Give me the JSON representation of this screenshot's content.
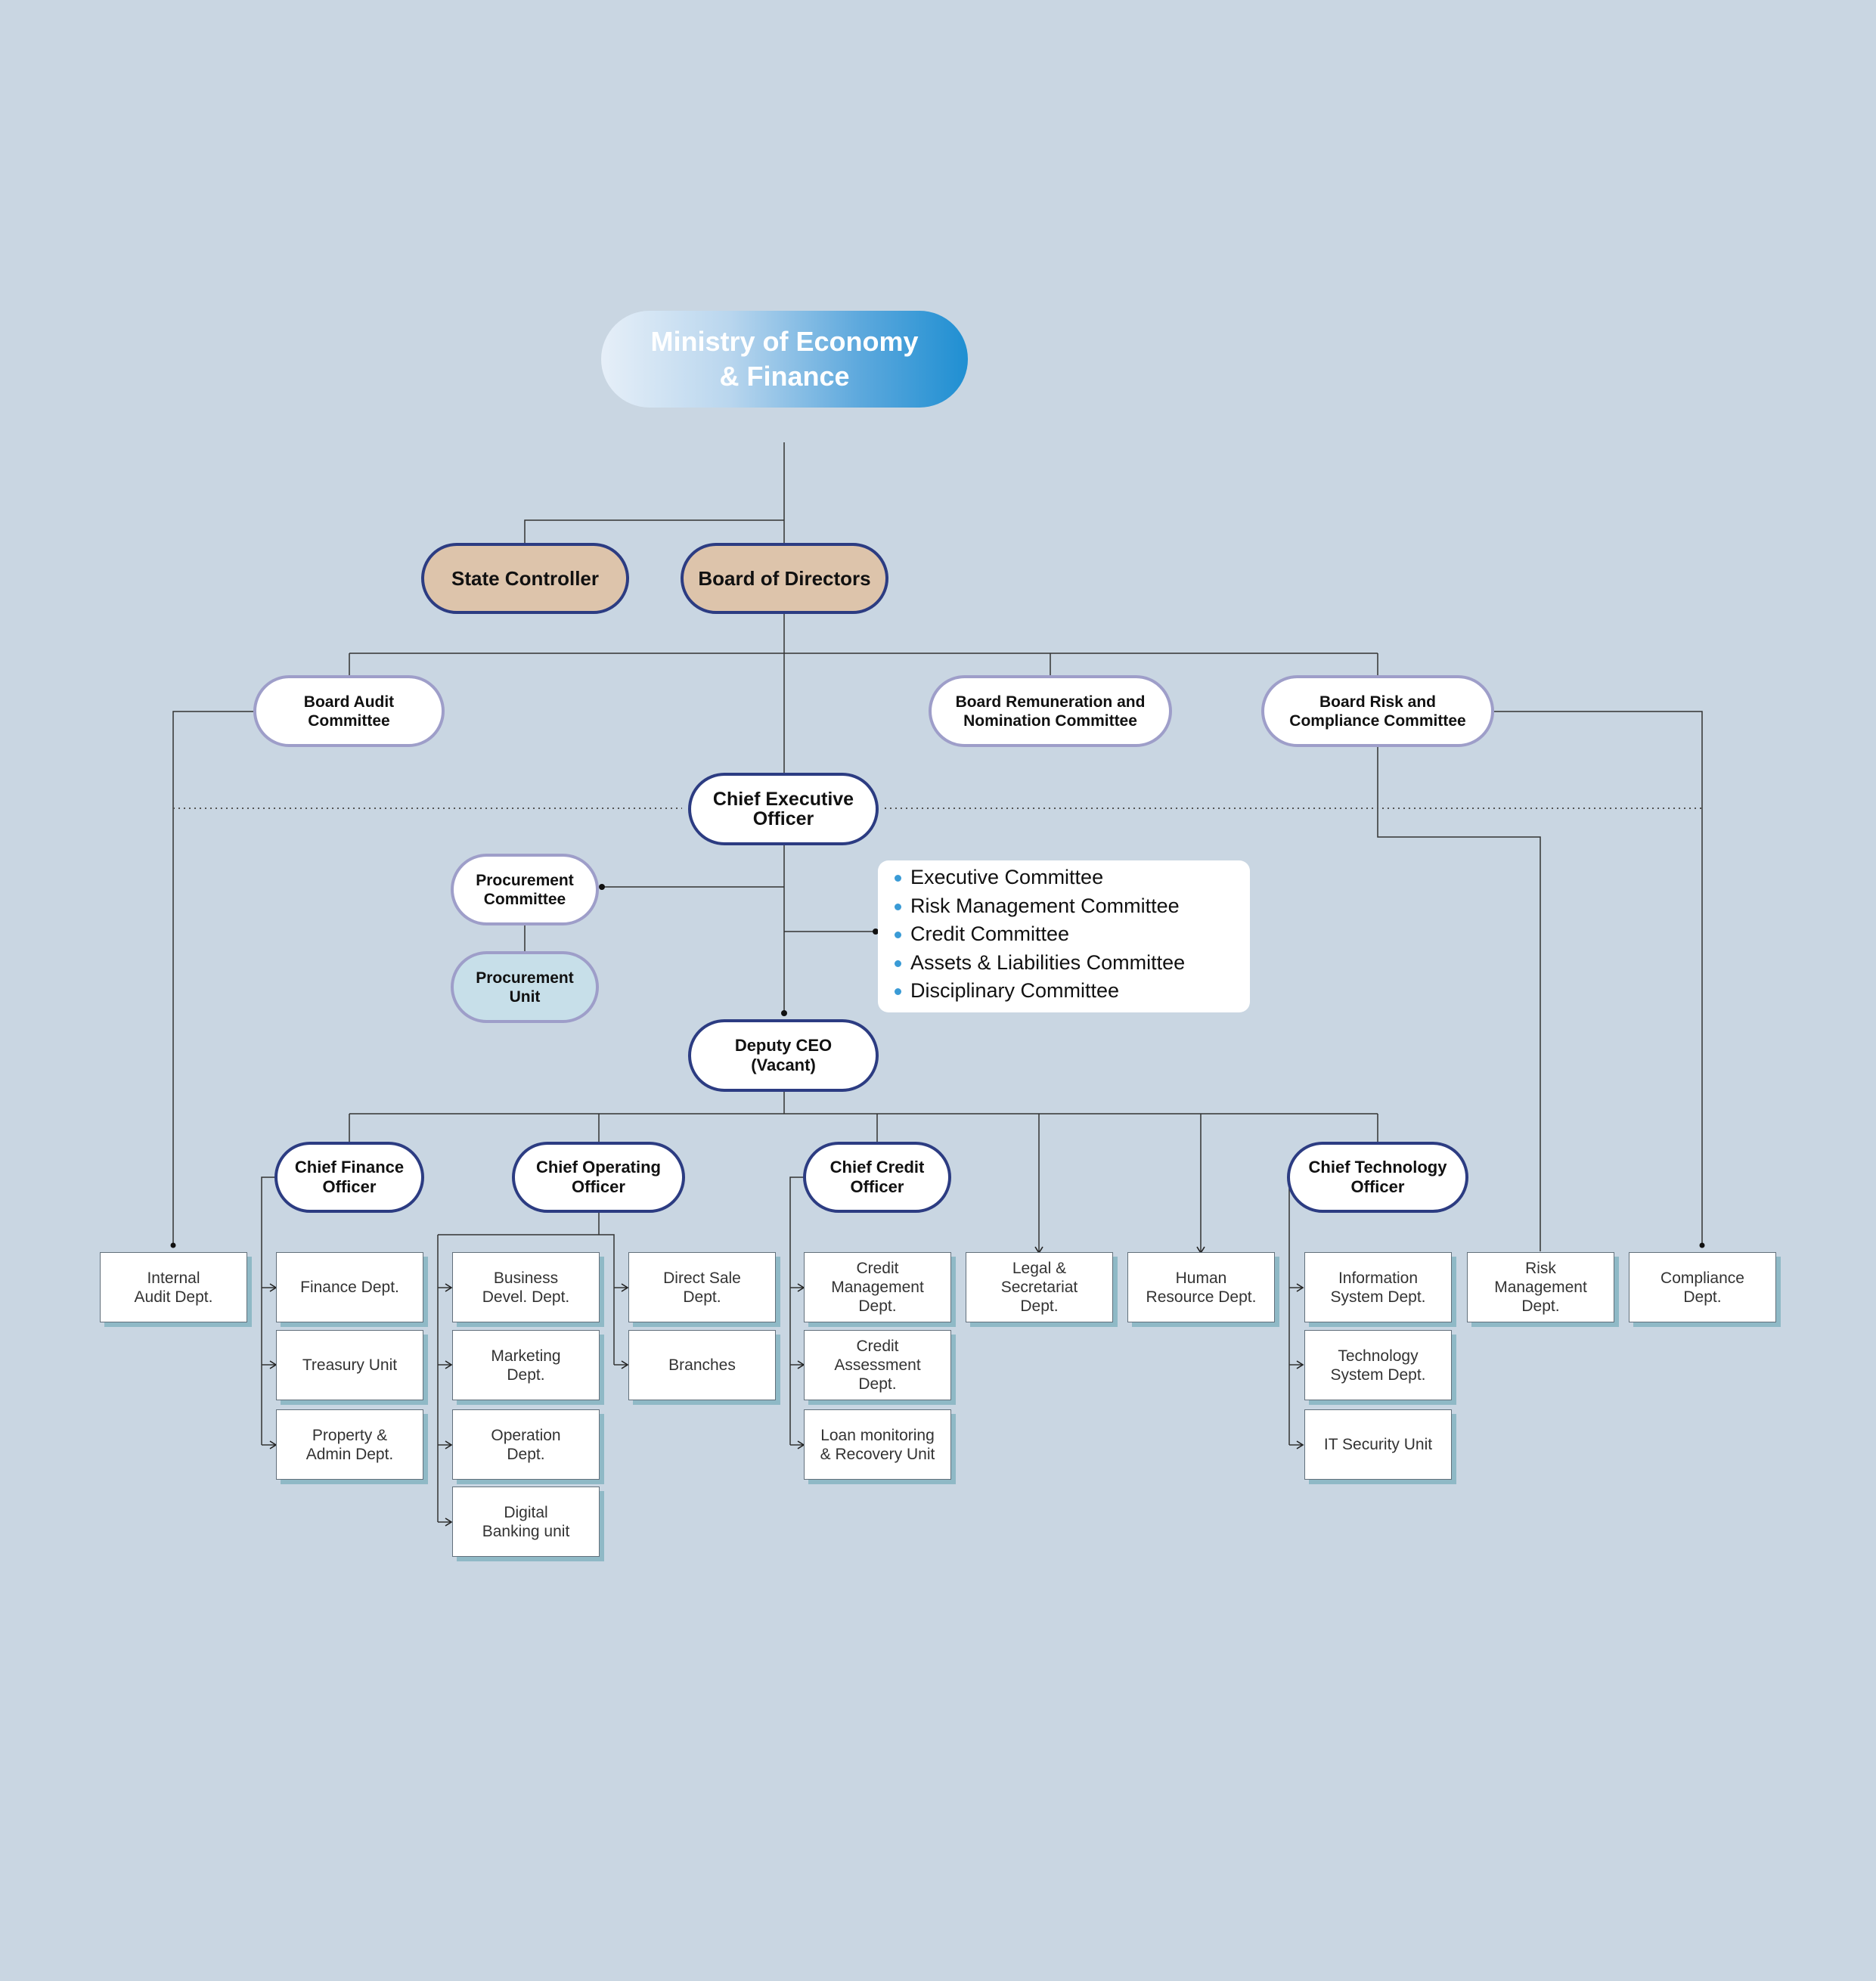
{
  "ministry": "Ministry of Economy\n& Finance",
  "board": {
    "state_controller": "State Controller",
    "board_of_directors": "Board of Directors"
  },
  "board_committees": {
    "audit": "Board Audit\nCommittee",
    "remuneration": "Board Remuneration and\nNomination Committee",
    "risk": "Board Risk and\nCompliance Committee"
  },
  "ceo": "Chief Executive\nOfficer",
  "procurement": {
    "committee": "Procurement\nCommittee",
    "unit": "Procurement\nUnit"
  },
  "management_committees": [
    "Executive Committee",
    "Risk Management Committee",
    "Credit Committee",
    "Assets & Liabilities Committee",
    "Disciplinary Committee"
  ],
  "deputy_ceo": "Deputy CEO\n(Vacant)",
  "officers": {
    "cfo": "Chief Finance\nOfficer",
    "coo": "Chief Operating\nOfficer",
    "cco": "Chief Credit\nOfficer",
    "cto": "Chief Technology\nOfficer"
  },
  "departments": {
    "internal_audit": "Internal\nAudit Dept.",
    "finance": "Finance Dept.",
    "treasury": "Treasury Unit",
    "property_admin": "Property &\nAdmin Dept.",
    "business_devel": "Business\nDevel. Dept.",
    "marketing": "Marketing\nDept.",
    "operation": "Operation\nDept.",
    "digital_banking": "Digital\nBanking unit",
    "direct_sale": "Direct Sale\nDept.",
    "branches": "Branches",
    "credit_management": "Credit\nManagement\nDept.",
    "credit_assessment": "Credit\nAssessment\nDept.",
    "loan_monitoring": "Loan monitoring\n& Recovery Unit",
    "legal": "Legal &\nSecretariat\nDept.",
    "human_resource": "Human\nResource Dept.",
    "information_system": "Information\nSystem Dept.",
    "technology_system": "Technology\nSystem Dept.",
    "it_security": "IT Security Unit",
    "risk_management": "Risk\nManagement\nDept.",
    "compliance": "Compliance\nDept."
  }
}
